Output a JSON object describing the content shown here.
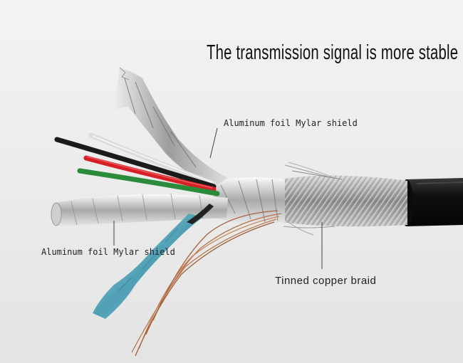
{
  "headline": "The transmission signal is more stable",
  "callouts": {
    "foil_top": "Aluminum foil Mylar shield",
    "foil_left": "Aluminum foil Mylar shield",
    "braid": "Tinned copper braid"
  },
  "colors": {
    "background": "#ececec",
    "jacket": "#1a1a1a",
    "wire_black": "#1b1b1b",
    "wire_white": "#dcdcdc",
    "wire_red": "#d81f26",
    "wire_green": "#2a8c3a",
    "foil_blue": "#6fb7c9",
    "copper": "#b8734a"
  }
}
